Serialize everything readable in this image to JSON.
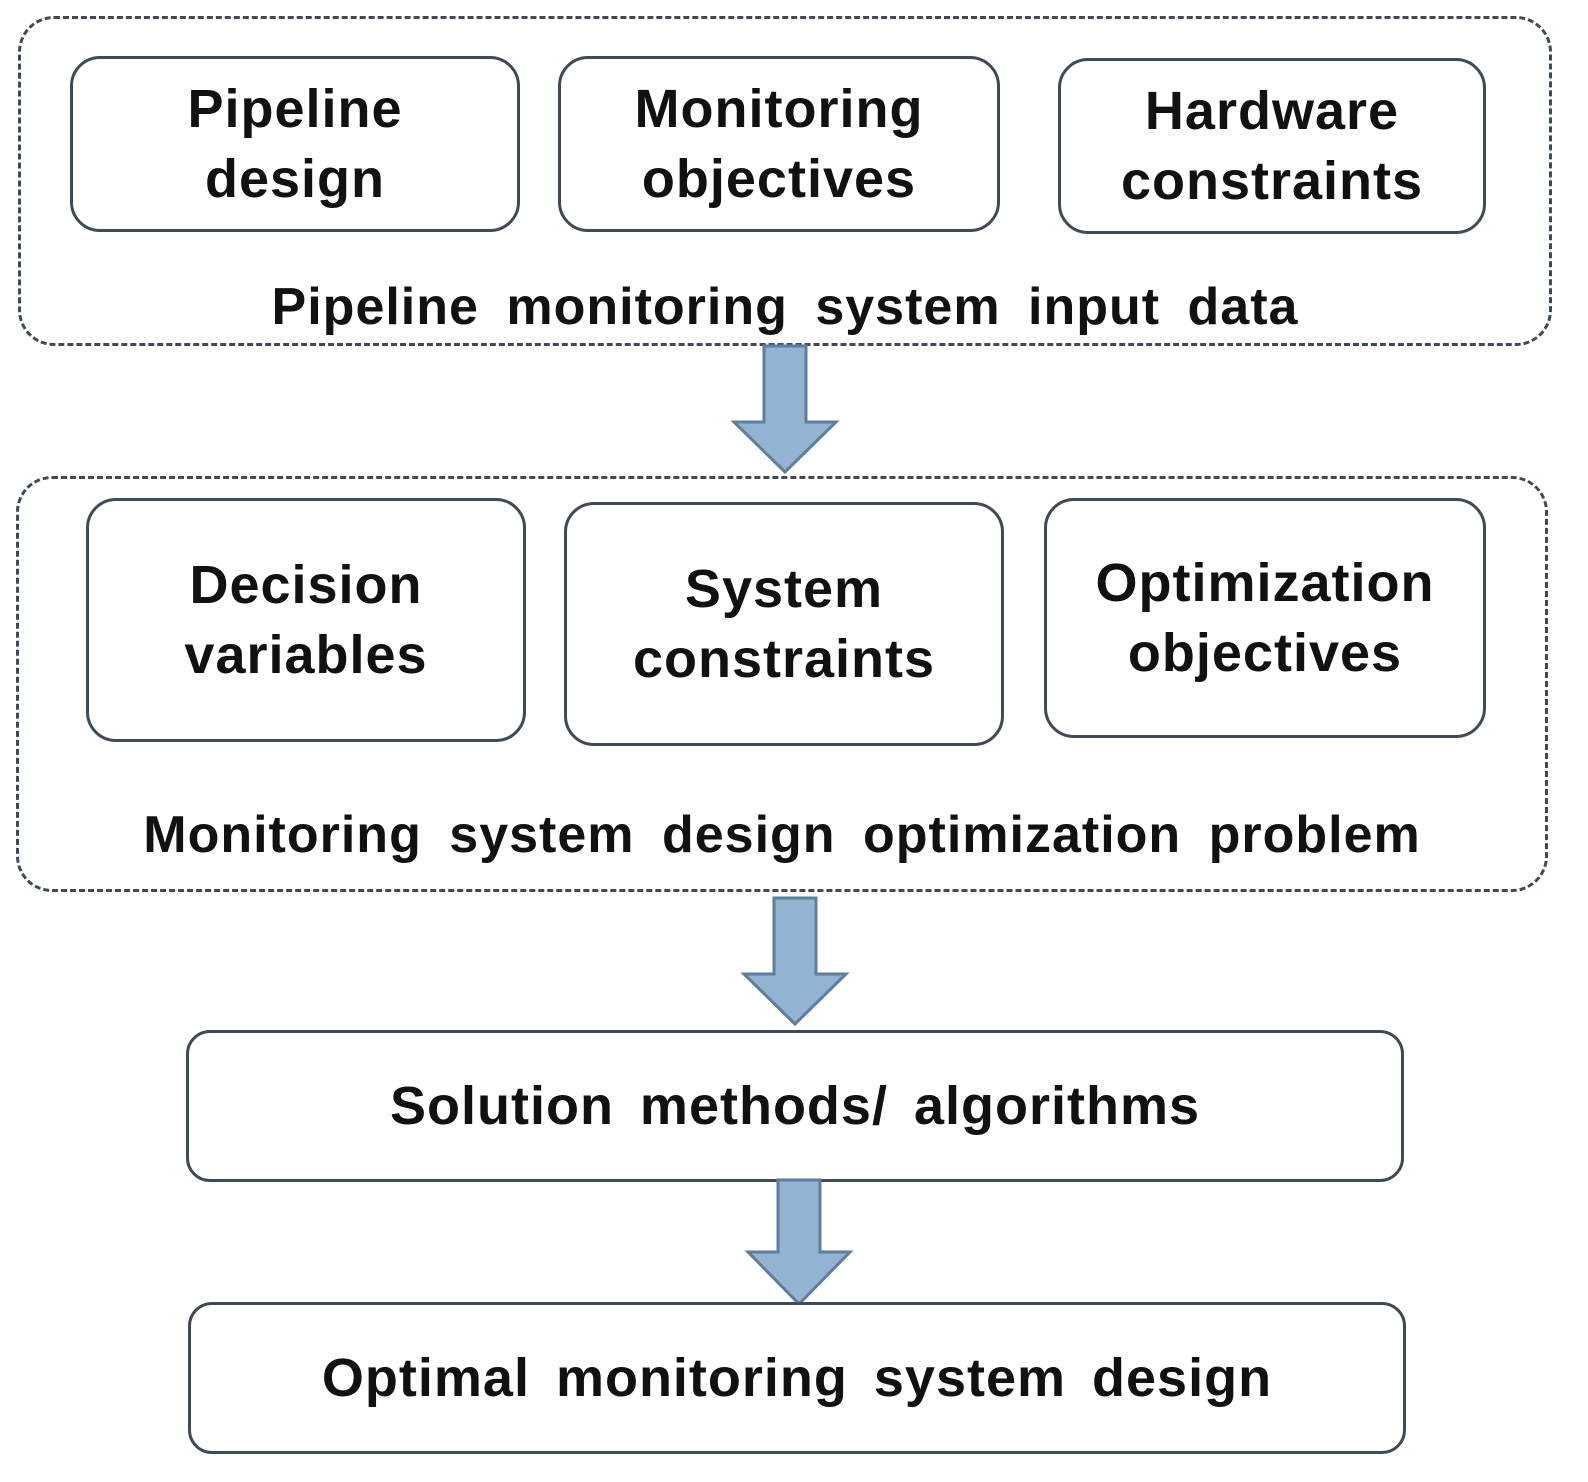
{
  "colors": {
    "border": "#3f4a55",
    "arrow_fill": "#93b3d3",
    "arrow_stroke": "#5f7d9c",
    "text": "#111111"
  },
  "input_group": {
    "label": "Pipeline monitoring system input data",
    "boxes": [
      {
        "text": "Pipeline\ndesign"
      },
      {
        "text": "Monitoring\nobjectives"
      },
      {
        "text": "Hardware\nconstraints"
      }
    ]
  },
  "problem_group": {
    "label": "Monitoring system design optimization problem",
    "boxes": [
      {
        "text": "Decision\nvariables"
      },
      {
        "text": "System\nconstraints"
      },
      {
        "text": "Optimization\nobjectives"
      }
    ]
  },
  "solution": {
    "text": "Solution methods/ algorithms"
  },
  "result": {
    "text": "Optimal monitoring system design"
  }
}
